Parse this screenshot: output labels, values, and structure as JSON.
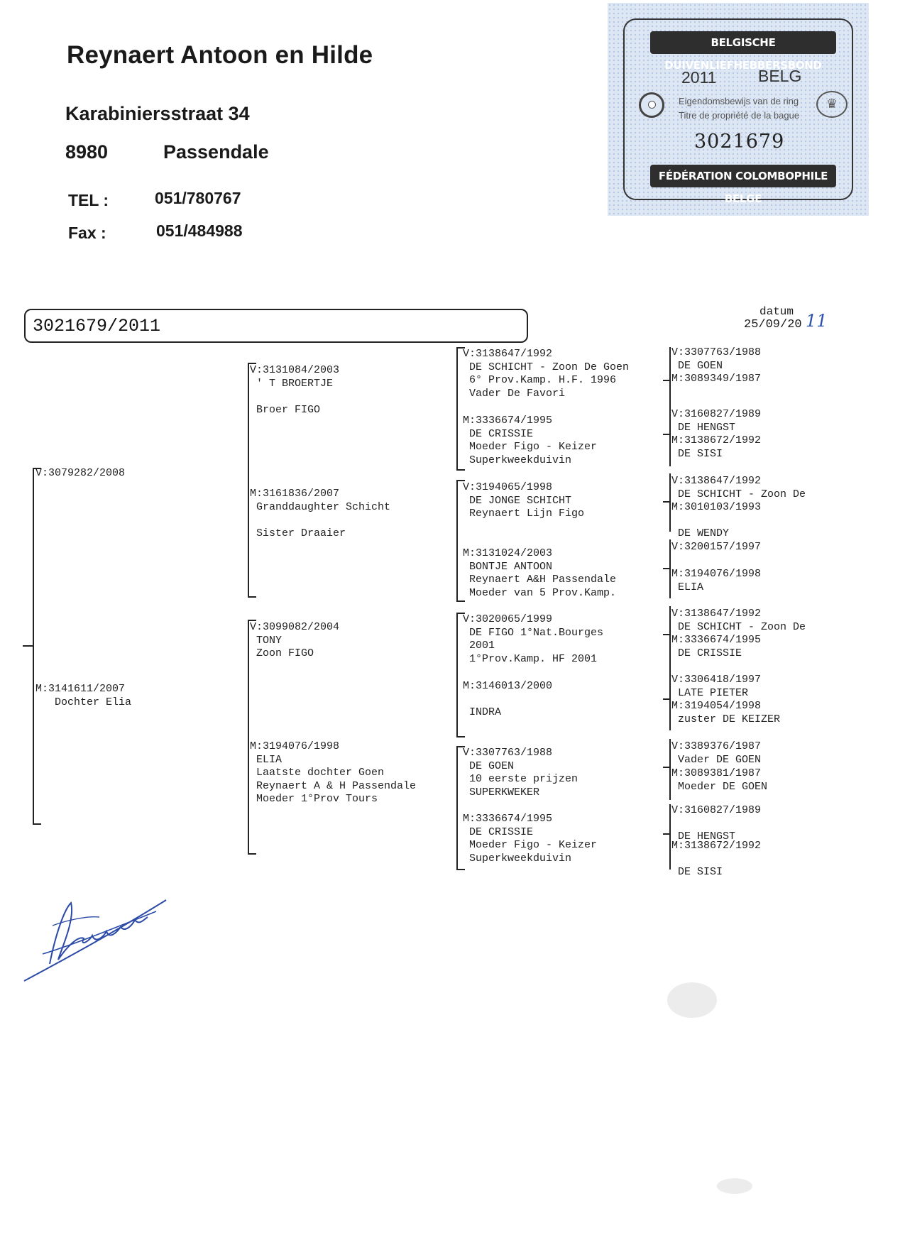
{
  "owner": {
    "name": "Reynaert Antoon en Hilde",
    "street": "Karabiniersstraat 34",
    "postcode": "8980",
    "city": "Passendale",
    "tel_label": "TEL :",
    "tel": "051/780767",
    "fax_label": "Fax :",
    "fax": "051/484988"
  },
  "certificate": {
    "top_banner": "BELGISCHE DUIVENLIEFHEBBERSBOND",
    "year": "2011",
    "country": "BELG",
    "title_nl": "Eigendomsbewijs van de ring",
    "title_fr": "Titre de propriété de la bague",
    "ring_number": "3021679",
    "bottom_banner": "FÉDÉRATION COLOMBOPHILE BELGE",
    "background_color": "#dde6f3"
  },
  "pigeon": {
    "id": "3021679/2011"
  },
  "date": {
    "label": "datum",
    "value": "25/09/20",
    "handwritten": "11"
  },
  "pedigree": {
    "sire": {
      "code": "V:",
      "text": "3079282/2008"
    },
    "dam": {
      "code": "M:",
      "text": "3141611/2007\n   Dochter Elia"
    },
    "gen2": [
      {
        "code": "V:",
        "text": "3131084/2003\n ' T BROERTJE\n\n Broer FIGO"
      },
      {
        "code": "M:",
        "text": "3161836/2007\n Granddaughter Schicht\n\n Sister Draaier"
      },
      {
        "code": "V:",
        "text": "3099082/2004\n TONY\n Zoon FIGO"
      },
      {
        "code": "M:",
        "text": "3194076/1998\n ELIA\n Laatste dochter Goen\n Reynaert A & H Passendale\n Moeder 1°Prov Tours"
      }
    ],
    "gen3": [
      {
        "code": "V:",
        "text": "3138647/1992\n DE SCHICHT - Zoon De Goen\n 6° Prov.Kamp. H.F. 1996\n Vader De Favori"
      },
      {
        "code": "M:",
        "text": "3336674/1995\n DE CRISSIE\n Moeder Figo - Keizer\n Superkweekduivin"
      },
      {
        "code": "V:",
        "text": "3194065/1998\n DE JONGE SCHICHT\n Reynaert Lijn Figo"
      },
      {
        "code": "M:",
        "text": "3131024/2003\n BONTJE ANTOON\n Reynaert A&H Passendale\n Moeder van 5 Prov.Kamp."
      },
      {
        "code": "V:",
        "text": "3020065/1999\n DE FIGO 1°Nat.Bourges\n 2001\n 1°Prov.Kamp. HF 2001"
      },
      {
        "code": "M:",
        "text": "3146013/2000\n\n INDRA"
      },
      {
        "code": "V:",
        "text": "3307763/1988\n DE GOEN\n 10 eerste prijzen\n SUPERKWEKER"
      },
      {
        "code": "M:",
        "text": "3336674/1995\n DE CRISSIE\n Moeder Figo - Keizer\n Superkweekduivin"
      }
    ],
    "gen4": [
      {
        "code": "V:",
        "text": "3307763/1988\n DE GOEN"
      },
      {
        "code": "M:",
        "text": "3089349/1987"
      },
      {
        "code": "V:",
        "text": "3160827/1989\n DE HENGST"
      },
      {
        "code": "M:",
        "text": "3138672/1992\n DE SISI"
      },
      {
        "code": "V:",
        "text": "3138647/1992\n DE SCHICHT - Zoon De"
      },
      {
        "code": "M:",
        "text": "3010103/1993\n\n DE WENDY"
      },
      {
        "code": "V:",
        "text": "3200157/1997"
      },
      {
        "code": "M:",
        "text": "3194076/1998\n ELIA"
      },
      {
        "code": "V:",
        "text": "3138647/1992\n DE SCHICHT - Zoon De"
      },
      {
        "code": "M:",
        "text": "3336674/1995\n DE CRISSIE"
      },
      {
        "code": "V:",
        "text": "3306418/1997\n LATE PIETER"
      },
      {
        "code": "M:",
        "text": "3194054/1998\n zuster DE KEIZER"
      },
      {
        "code": "V:",
        "text": "3389376/1987\n Vader DE GOEN"
      },
      {
        "code": "M:",
        "text": "3089381/1987\n Moeder DE GOEN"
      },
      {
        "code": "V:",
        "text": "3160827/1989\n\n DE HENGST"
      },
      {
        "code": "M:",
        "text": "3138672/1992\n\n DE SISI"
      }
    ]
  }
}
